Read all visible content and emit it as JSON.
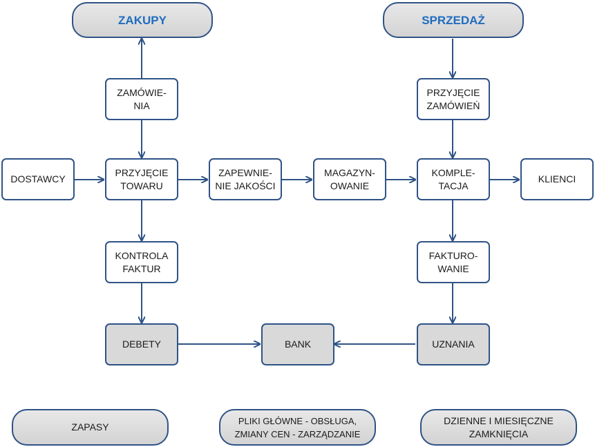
{
  "headers": {
    "purchases": "ZAKUPY",
    "sales": "SPRZEDAŻ"
  },
  "nodes": {
    "zamowienia": "ZAMÓWIE-\nNIA",
    "dostawcy": "DOSTAWCY",
    "przyjecie_towaru": "PRZYJĘCIE\nTOWARU",
    "zapewnienie_jakosci": "ZAPEWNIE-\nNIE JAKOŚCI",
    "magazynowanie": "MAGAZYN-\nOWANIE",
    "kontrola_faktur": "KONTROLA\nFAKTUR",
    "debety": "DEBETY",
    "bank": "BANK",
    "przyjecie_zamowien": "PRZYJĘCIE\nZAMÓWIEŃ",
    "kompletacja": "KOMPLE-\nTACJA",
    "klienci": "KLIENCI",
    "fakturowanie": "FAKTURO-\nWANIE",
    "uznania": "UZNANIA"
  },
  "footer": {
    "zapasy": "ZAPASY",
    "pliki_glowne": "PLIKI GŁÓWNE - OBSŁUGA,\nZMIANY CEN - ZARZĄDZANIE",
    "zamkniecia": "DZIENNE I MIESIĘCZNE\nZAMKNIĘCIA"
  },
  "colors": {
    "border": "#2e5286",
    "header_text": "#1f6cbf",
    "gray_fill": "#d9d9d9",
    "arrow": "#2e5286"
  }
}
